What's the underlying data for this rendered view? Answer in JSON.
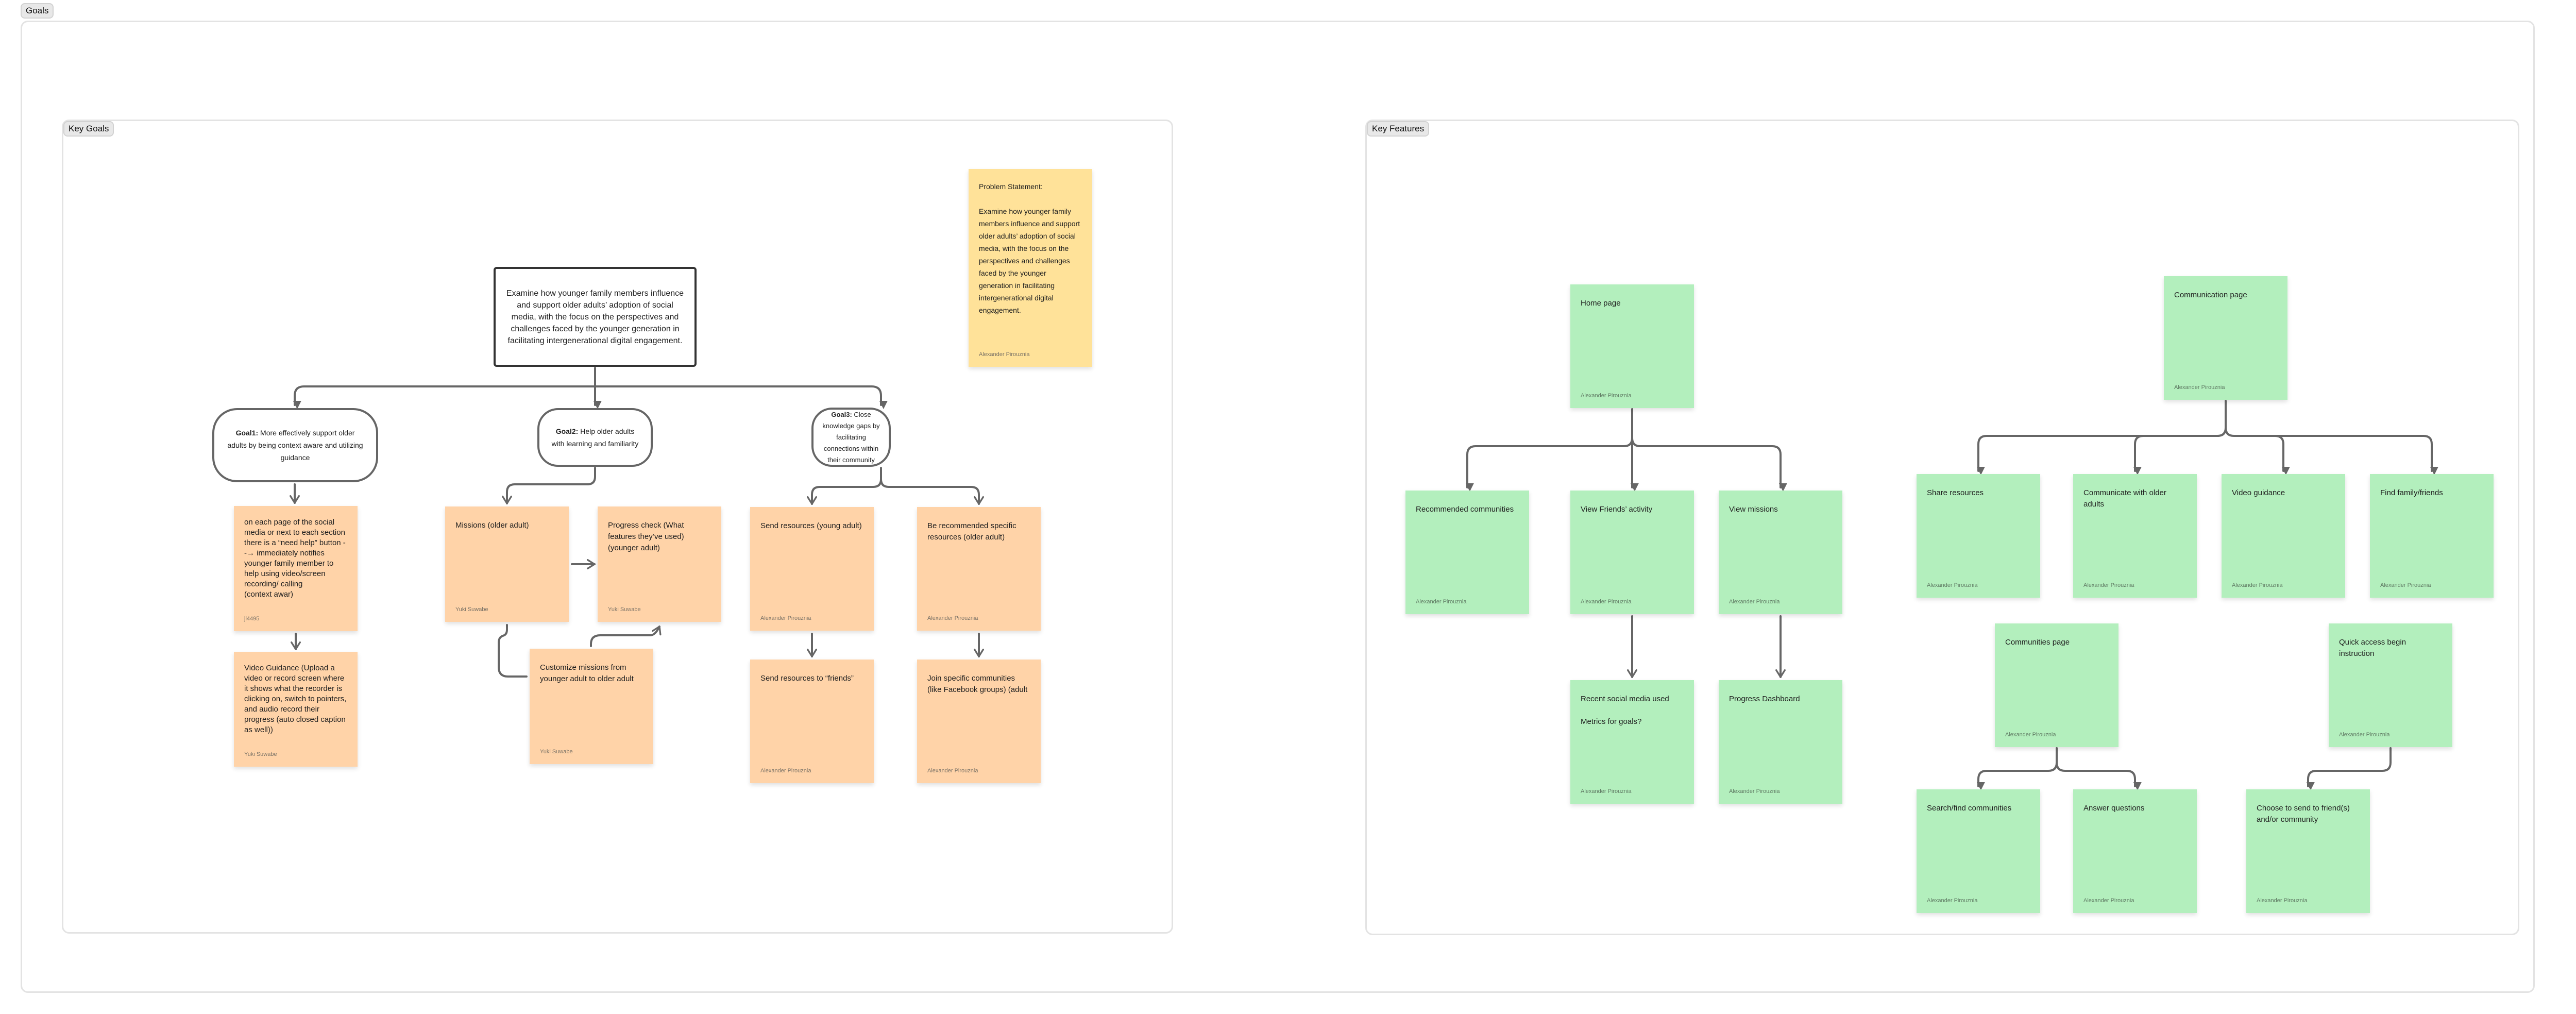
{
  "frames": {
    "outer": "Goals",
    "key_goals": "Key Goals",
    "key_features": "Key Features"
  },
  "key_goals": {
    "problem_statement": {
      "text": "Problem Statement:\n\nExamine how younger family members influence and support older adults’ adoption of social media, with the focus on the perspectives and challenges faced by the younger generation in facilitating intergenerational digital engagement.",
      "author": "Alexander Pirouznia"
    },
    "main_statement": "Examine how younger family members influence and support older adults’ adoption of social media, with the focus on the perspectives and challenges faced by the younger generation in facilitating intergenerational digital engagement.",
    "goals": [
      {
        "label": "Goal1:",
        "text": " More effectively support older adults by being context aware and utilizing guidance"
      },
      {
        "label": "Goal2:",
        "text": " Help older adults with learning and familiarity"
      },
      {
        "label": "Goal3:",
        "text": " Close knowledge gaps by  facilitating connections within their community"
      }
    ],
    "stickies": [
      {
        "text": "on each page of the social media or next to each section there is a “need help” button --→ immediately notifies younger family member to help using video/screen recording/ calling\n(context awar)",
        "author": "jl4495"
      },
      {
        "text": "Video Guidance (Upload a video or record screen where it shows what the recorder is clicking on, switch to pointers, and audio record their progress (auto closed caption as well))",
        "author": "Yuki Suwabe"
      },
      {
        "text": "Missions (older adult)",
        "author": "Yuki Suwabe"
      },
      {
        "text": "Progress check (What features they’ve used) (younger adult)",
        "author": "Yuki Suwabe"
      },
      {
        "text": "Customize missions from younger adult to older adult",
        "author": "Yuki Suwabe"
      },
      {
        "text": "Send resources (young adult)",
        "author": "Alexander Pirouznia"
      },
      {
        "text": "Be recommended specific resources (older adult)",
        "author": "Alexander Pirouznia"
      },
      {
        "text": "Send resources to “friends”",
        "author": "Alexander Pirouznia"
      },
      {
        "text": "Join specific communities (like Facebook groups) (adult",
        "author": "Alexander Pirouznia"
      }
    ]
  },
  "key_features": {
    "stickies": [
      {
        "text": "Home page",
        "author": "Alexander Pirouznia"
      },
      {
        "text": "Communication page",
        "author": "Alexander Pirouznia"
      },
      {
        "text": "Communities page",
        "author": "Alexander Pirouznia"
      },
      {
        "text": "Quick access begin instruction",
        "author": "Alexander Pirouznia"
      },
      {
        "text": "Recommended communities",
        "author": "Alexander Pirouznia"
      },
      {
        "text": "View Friends’ activity",
        "author": "Alexander Pirouznia"
      },
      {
        "text": "View missions",
        "author": "Alexander Pirouznia"
      },
      {
        "text": "Share resources",
        "author": "Alexander Pirouznia"
      },
      {
        "text": "Communicate with older adults",
        "author": "Alexander Pirouznia"
      },
      {
        "text": "Video guidance",
        "author": "Alexander Pirouznia"
      },
      {
        "text": "Find family/friends",
        "author": "Alexander Pirouznia"
      },
      {
        "text": "Search/find communities",
        "author": "Alexander Pirouznia"
      },
      {
        "text": "Answer questions",
        "author": "Alexander Pirouznia"
      },
      {
        "text": "Choose to send to friend(s) and/or community",
        "author": "Alexander Pirouznia"
      },
      {
        "text": "Recent social media used\n\nMetrics for goals?",
        "author": "Alexander Pirouznia"
      },
      {
        "text": "Progress Dashboard",
        "author": "Alexander Pirouznia"
      }
    ]
  },
  "colors": {
    "sticky_orange": "#ffd3a8",
    "sticky_green": "#b3efbd",
    "sticky_yellow": "#ffe299",
    "connector": "#666666",
    "frame_border": "#e3e3e3"
  }
}
